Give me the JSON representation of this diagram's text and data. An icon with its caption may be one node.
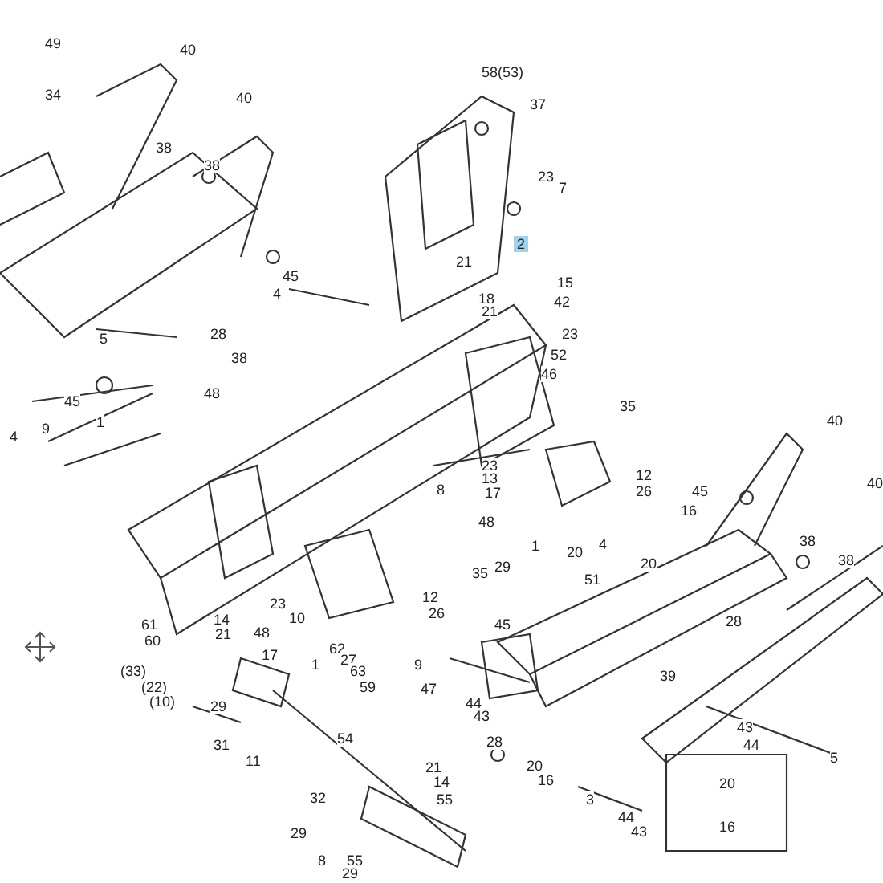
{
  "diagram": {
    "labels": [
      "49",
      "40",
      "58(53)",
      "40",
      "34",
      "37",
      "38",
      "38",
      "23",
      "7",
      "2",
      "21",
      "45",
      "15",
      "4",
      "18",
      "21",
      "42",
      "23",
      "5",
      "28",
      "52",
      "38",
      "46",
      "48",
      "45",
      "35",
      "40",
      "1",
      "4",
      "9",
      "23",
      "13",
      "12",
      "40",
      "26",
      "17",
      "8",
      "45",
      "16",
      "48",
      "1",
      "4",
      "20",
      "29",
      "20",
      "35",
      "51",
      "38",
      "38",
      "12",
      "23",
      "26",
      "10",
      "61",
      "14",
      "48",
      "21",
      "28",
      "60",
      "17",
      "45",
      "62",
      "27",
      "1",
      "9",
      "(33)",
      "63",
      "(22)",
      "59",
      "47",
      "(10)",
      "39",
      "29",
      "44",
      "43",
      "43",
      "28",
      "44",
      "31",
      "5",
      "11",
      "54",
      "20",
      "16",
      "21",
      "14",
      "20",
      "3",
      "32",
      "55",
      "44",
      "43",
      "16",
      "29",
      "8",
      "55",
      "29"
    ]
  }
}
